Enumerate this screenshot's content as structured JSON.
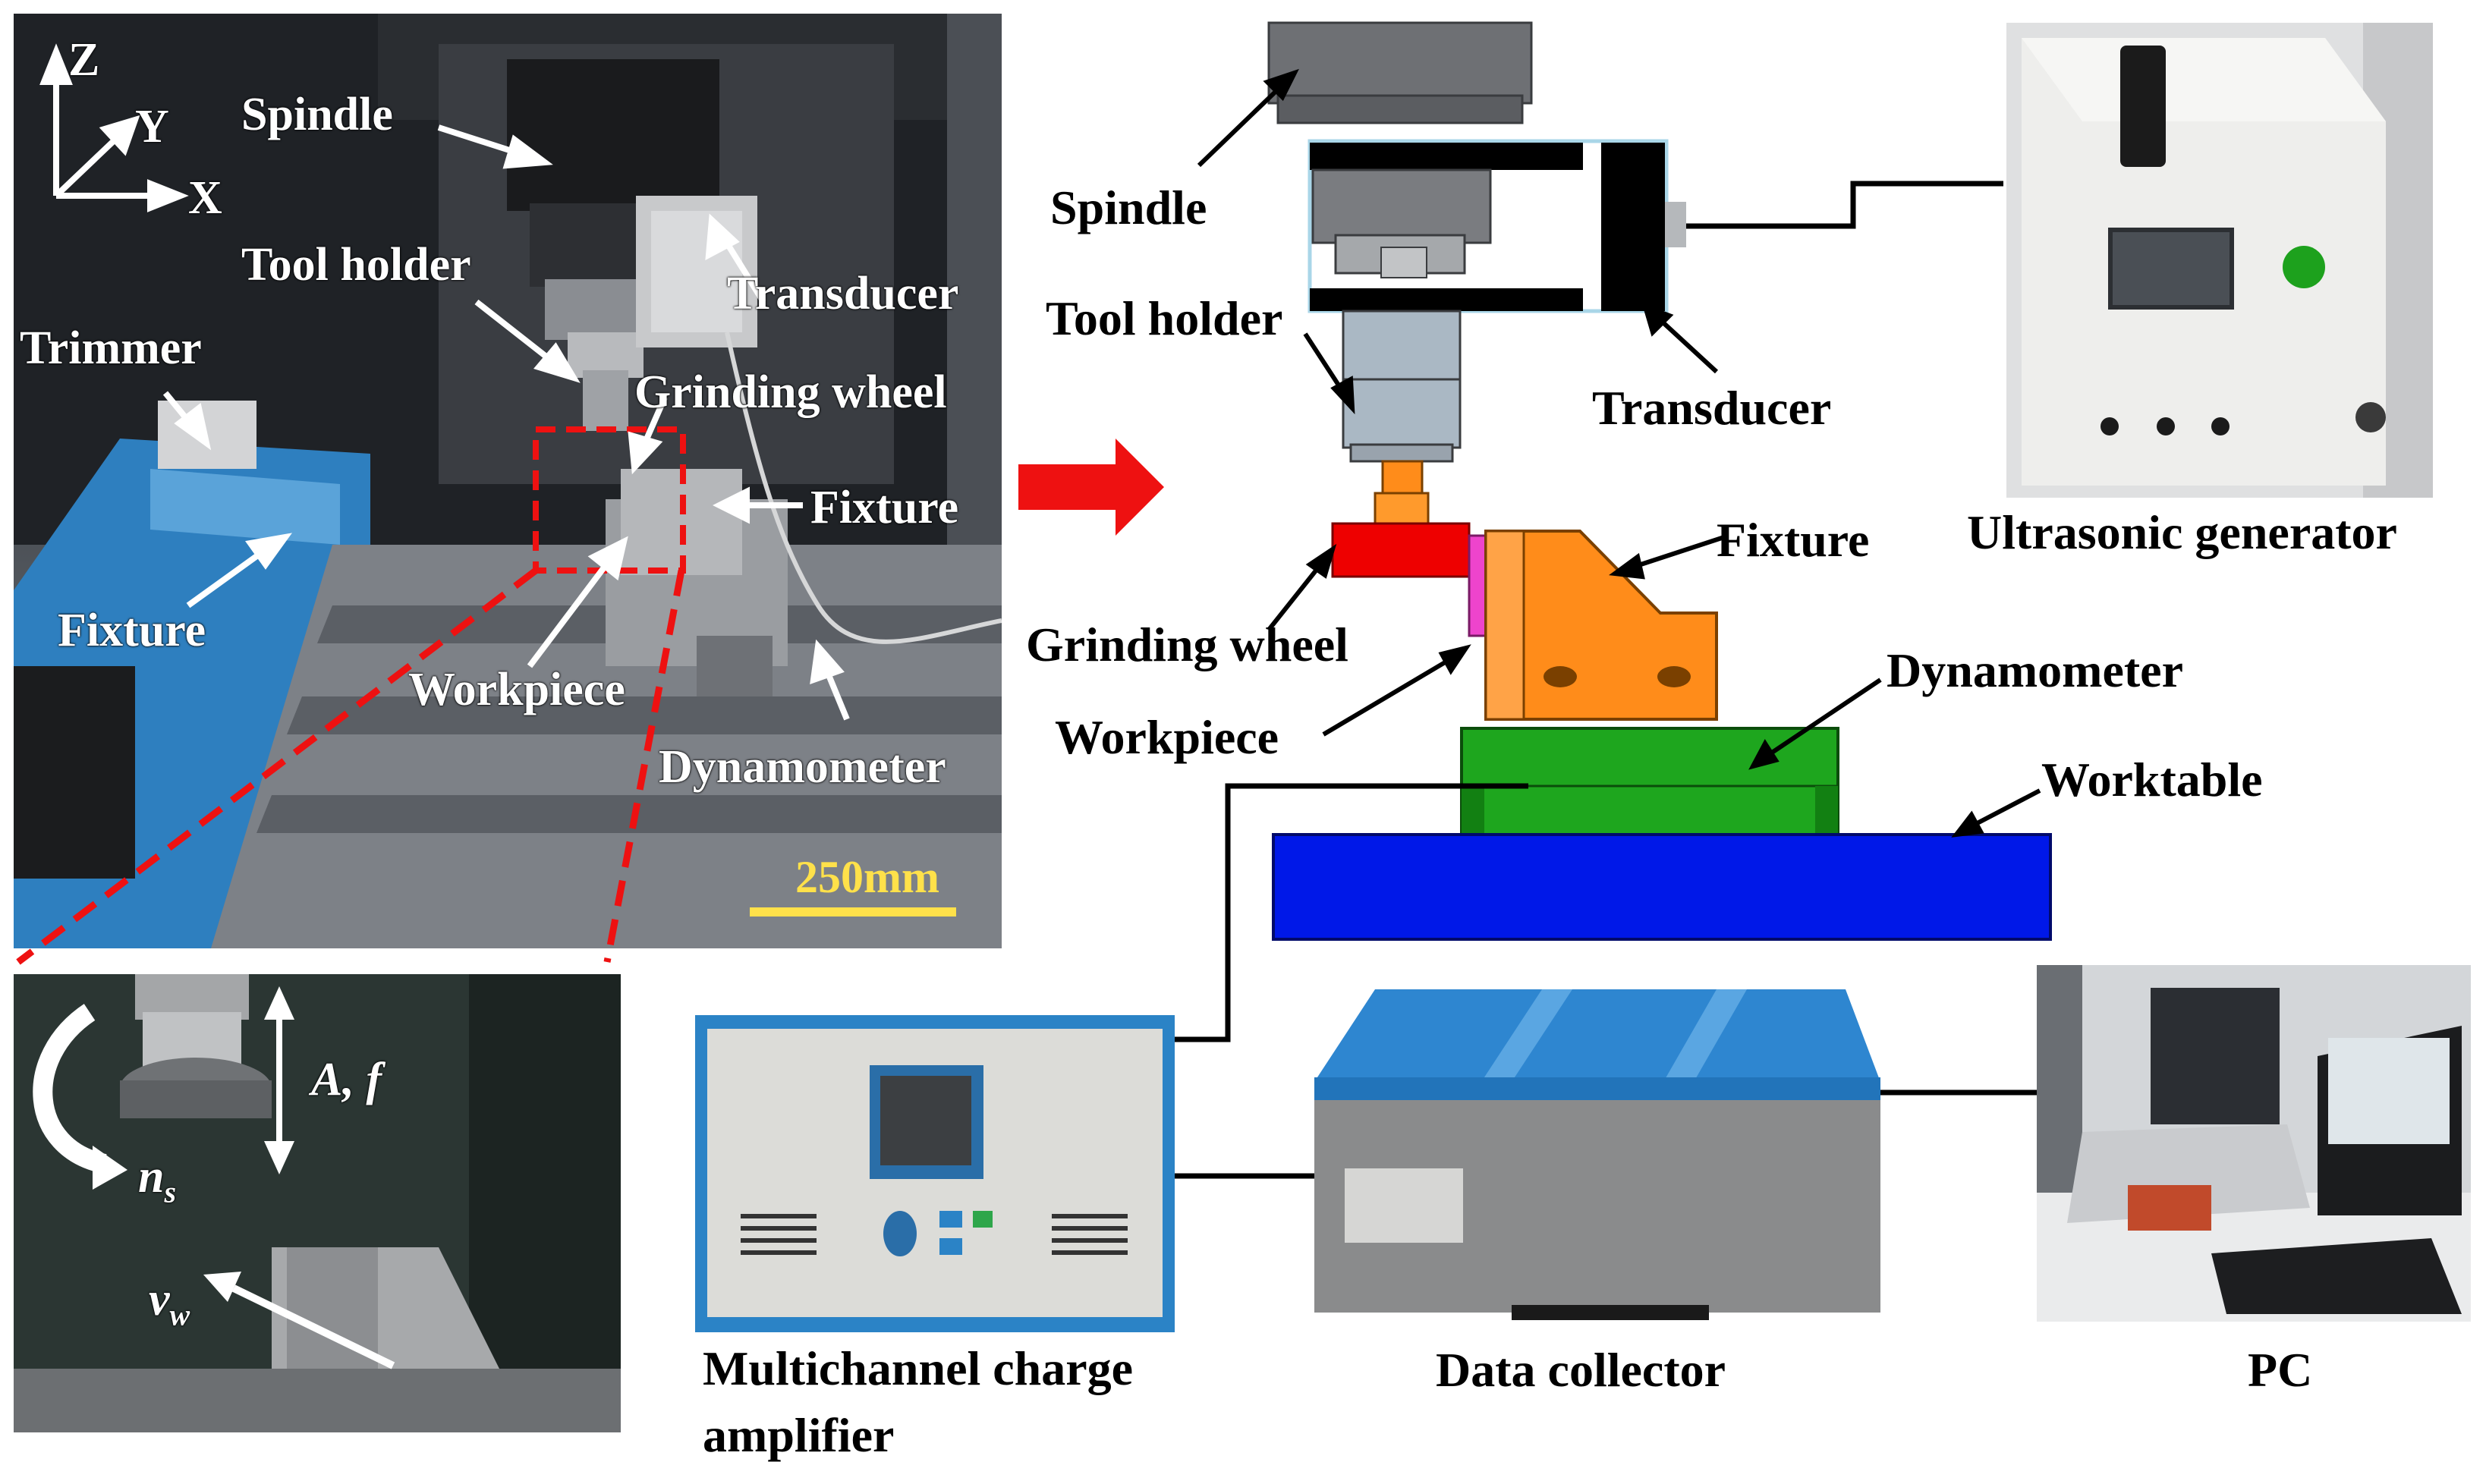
{
  "photo_machine": {
    "axes": {
      "z": "Z",
      "y": "Y",
      "x": "X"
    },
    "labels": {
      "spindle": "Spindle",
      "tool_holder": "Tool holder",
      "transducer": "Transducer",
      "trimmer": "Trimmer",
      "grinding_wheel": "Grinding wheel",
      "fixture_right": "Fixture",
      "fixture_left": "Fixture",
      "workpiece": "Workpiece",
      "dynamometer": "Dynamometer"
    },
    "scale_bar": "250mm"
  },
  "inset": {
    "amplitude_freq": "A, f",
    "speed_base": "n",
    "speed_sub": "s",
    "feed_base": "v",
    "feed_sub": "w"
  },
  "schematic": {
    "spindle": "Spindle",
    "tool_holder": "Tool holder",
    "transducer": "Transducer",
    "fixture": "Fixture",
    "grinding_wheel": "Grinding wheel",
    "workpiece": "Workpiece",
    "dynamometer": "Dynamometer",
    "worktable": "Worktable",
    "colors": {
      "worktable": "#0018e8",
      "dynamometer": "#1ea61e",
      "fixture": "#ff8c1a",
      "wheel": "#ee0000",
      "workpiece": "#ee44cc",
      "transducer_frame": "#a9d6e8",
      "transducer_body": "#000000",
      "arrow": "#ee1111"
    }
  },
  "equipment": {
    "ultrasonic_generator": "Ultrasonic generator",
    "charge_amplifier_line1": "Multichannel charge",
    "charge_amplifier_line2": "amplifier",
    "data_collector": "Data collector",
    "pc": "PC"
  }
}
